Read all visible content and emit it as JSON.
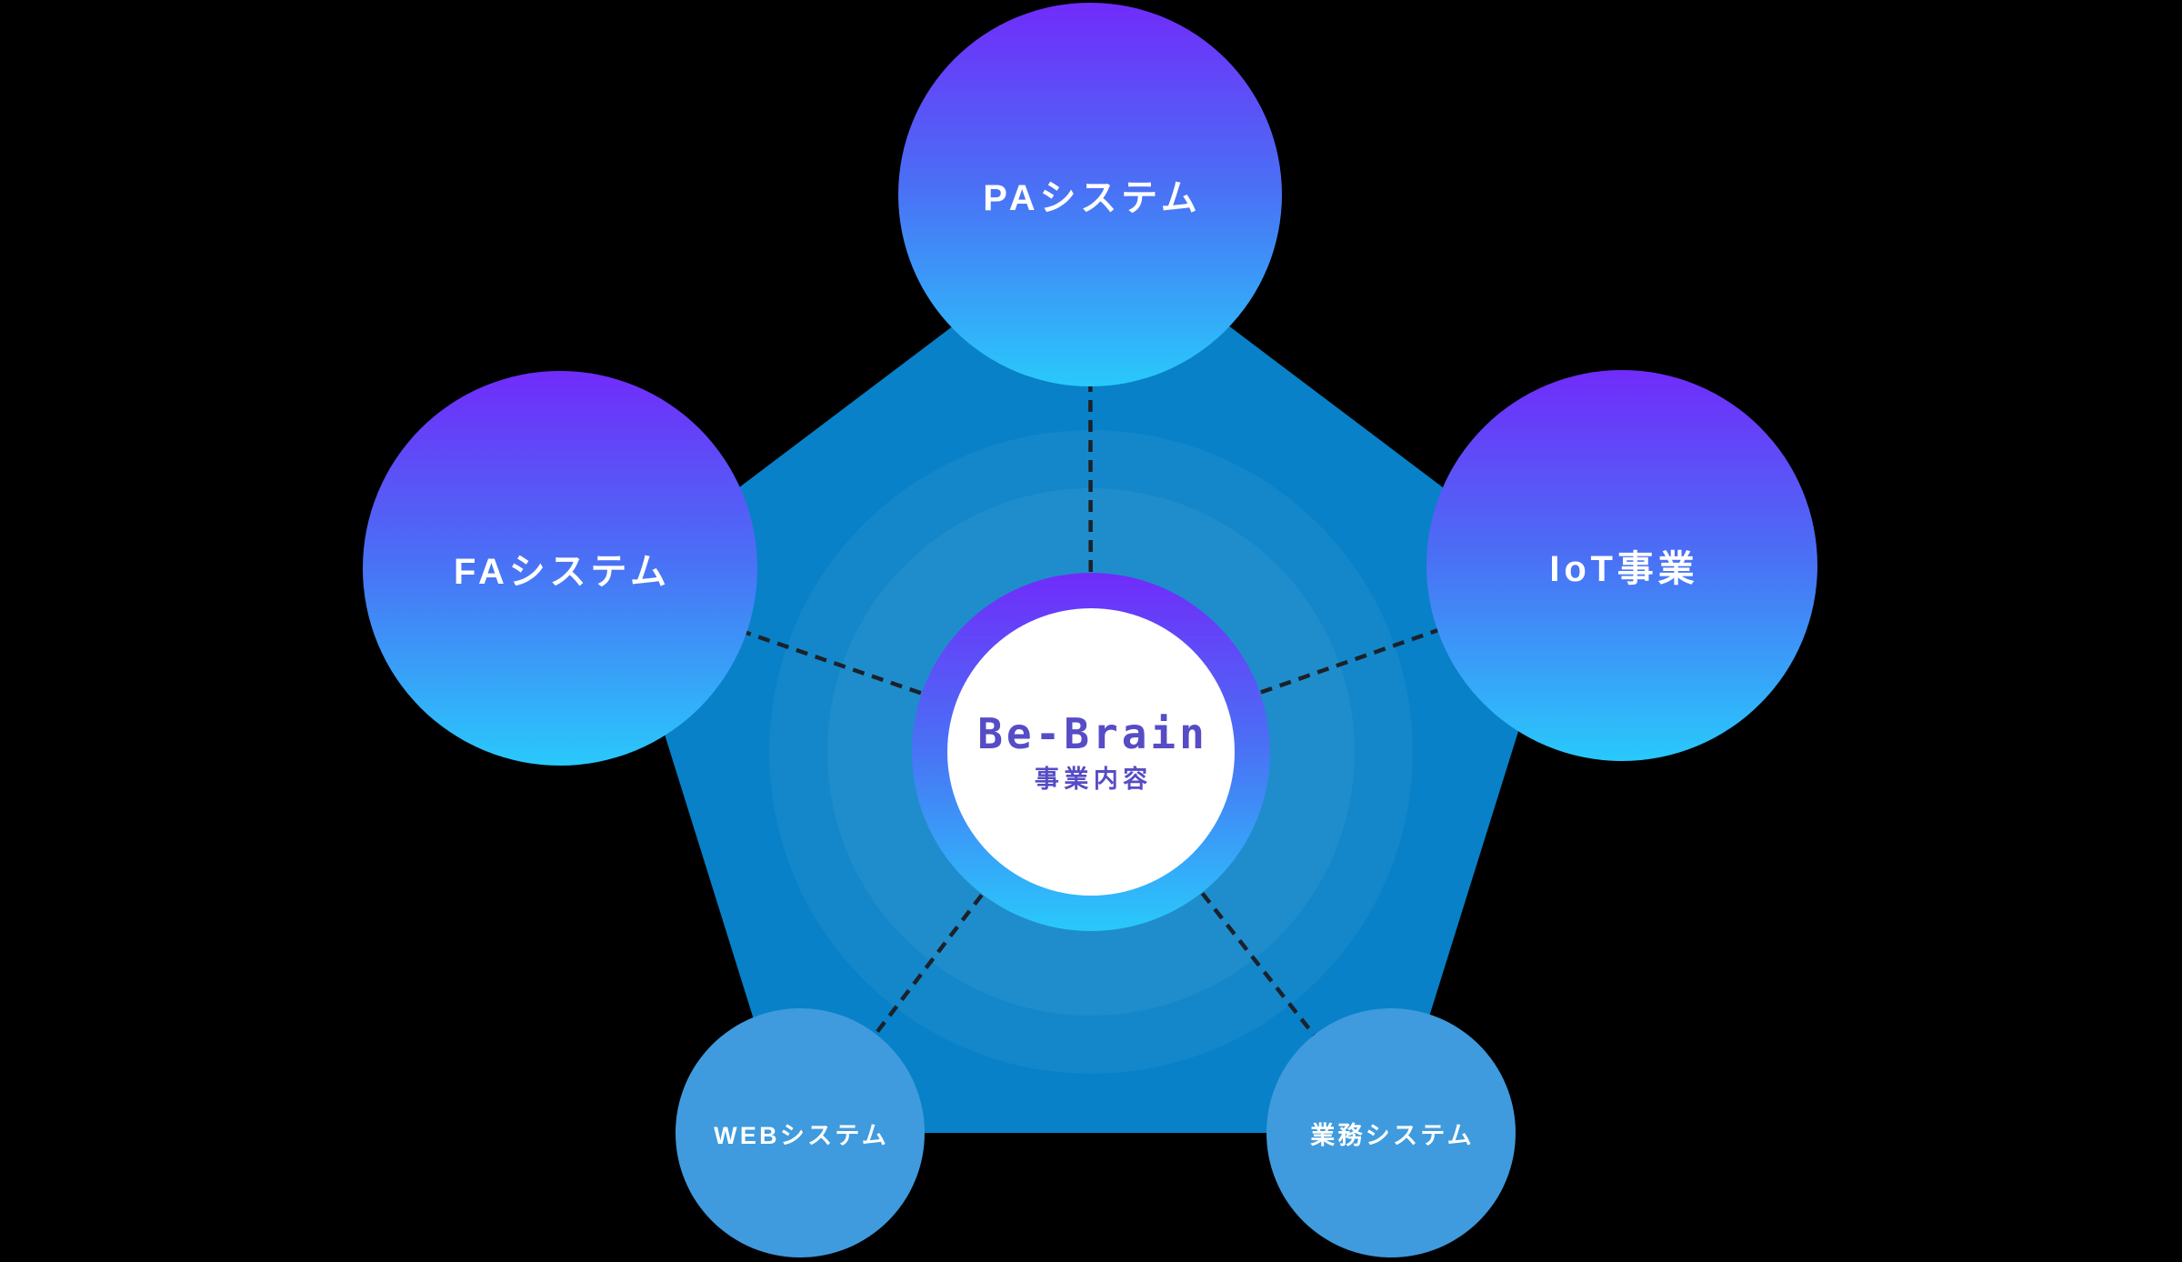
{
  "diagram": {
    "hub": {
      "name": "Be-Brain",
      "subtitle": "事業内容"
    },
    "nodes": [
      {
        "id": "pa",
        "label": "PAシステム",
        "size": "large",
        "position": "top"
      },
      {
        "id": "fa",
        "label": "FAシステム",
        "size": "large",
        "position": "left"
      },
      {
        "id": "iot",
        "label": "IoT事業",
        "size": "large",
        "position": "right"
      },
      {
        "id": "web",
        "label": "WEBシステム",
        "size": "small",
        "position": "bottom-left"
      },
      {
        "id": "gyomu",
        "label": "業務システム",
        "size": "small",
        "position": "bottom-right"
      }
    ]
  },
  "colors": {
    "background": "#000000",
    "pentagon": "#0881C8",
    "ring_overlay": "rgba(255,255,255,0.05)",
    "node_gradient_top": "#702CFA",
    "node_gradient_mid": "#4A70F5",
    "node_gradient_bottom": "#29C9FB",
    "small_node_fill": "#3F9BDD",
    "hub_inner_fill": "#FFFFFF",
    "hub_text": "#564CC5",
    "label_text": "#FFFFFF",
    "connector": "#1B2129"
  }
}
